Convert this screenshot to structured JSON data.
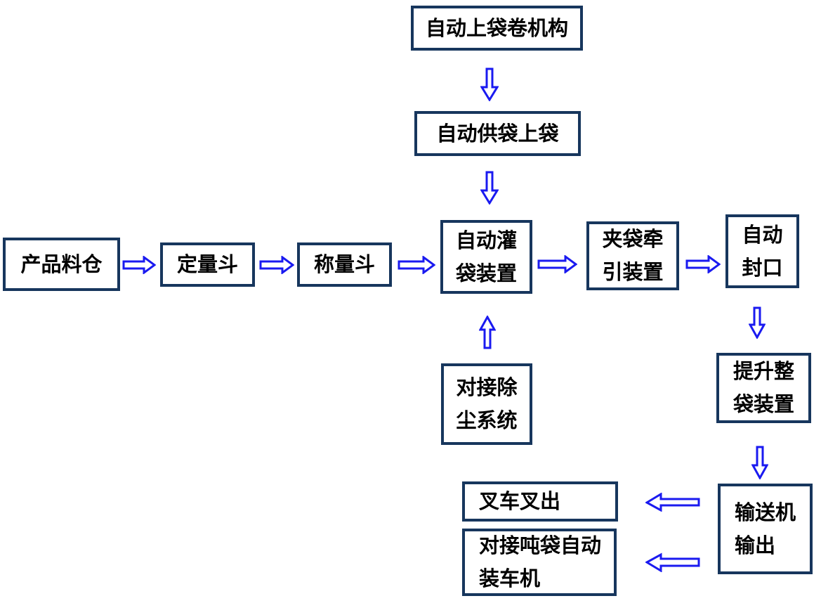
{
  "colors": {
    "box_border": "#17365D",
    "arrow_blue": "#1A1AF0",
    "text": "#000000",
    "background": "#FFFFFF"
  },
  "diagram": {
    "type": "flowchart",
    "nodes": {
      "bag_roll_mechanism": {
        "lines": [
          "自动上袋卷机构"
        ]
      },
      "bag_supply": {
        "lines": [
          "自动供袋上袋"
        ]
      },
      "product_silo": {
        "lines": [
          "产品料仓"
        ]
      },
      "dosing_hopper": {
        "lines": [
          "定量斗"
        ]
      },
      "weighing_hopper": {
        "lines": [
          "称量斗"
        ]
      },
      "auto_filling": {
        "lines": [
          "自动灌",
          "袋装置"
        ]
      },
      "bag_clamping": {
        "lines": [
          "夹袋牵",
          "引装置"
        ]
      },
      "auto_sealing": {
        "lines": [
          "自动",
          "封口"
        ]
      },
      "dust_removal": {
        "lines": [
          "对接除",
          "尘系统"
        ]
      },
      "bag_lifting": {
        "lines": [
          "提升整",
          "袋装置"
        ]
      },
      "conveyor_output": {
        "lines": [
          "输送机",
          "输出"
        ]
      },
      "forklift_out": {
        "lines": [
          "叉车叉出"
        ]
      },
      "truck_loader": {
        "lines": [
          "对接吨袋自动",
          "装车机"
        ]
      }
    },
    "edges": [
      {
        "from": "bag_roll_mechanism",
        "to": "bag_supply",
        "direction": "down"
      },
      {
        "from": "bag_supply",
        "to": "auto_filling",
        "direction": "down"
      },
      {
        "from": "product_silo",
        "to": "dosing_hopper",
        "direction": "right"
      },
      {
        "from": "dosing_hopper",
        "to": "weighing_hopper",
        "direction": "right"
      },
      {
        "from": "weighing_hopper",
        "to": "auto_filling",
        "direction": "right"
      },
      {
        "from": "auto_filling",
        "to": "bag_clamping",
        "direction": "right"
      },
      {
        "from": "bag_clamping",
        "to": "auto_sealing",
        "direction": "right"
      },
      {
        "from": "dust_removal",
        "to": "auto_filling",
        "direction": "up"
      },
      {
        "from": "auto_sealing",
        "to": "bag_lifting",
        "direction": "down"
      },
      {
        "from": "bag_lifting",
        "to": "conveyor_output",
        "direction": "down"
      },
      {
        "from": "conveyor_output",
        "to": "forklift_out",
        "direction": "left"
      },
      {
        "from": "conveyor_output",
        "to": "truck_loader",
        "direction": "left"
      }
    ]
  }
}
